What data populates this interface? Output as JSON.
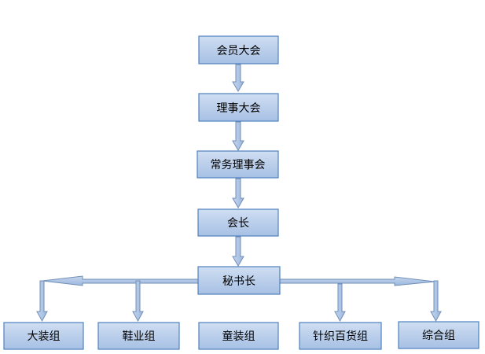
{
  "colors": {
    "box_fill_top": "#c9d9ef",
    "box_fill_bottom": "#a9c2e6",
    "box_border": "#4f81bd",
    "arrow_fill": "#a9c2e6",
    "arrow_border": "#6f8fb8"
  },
  "nodes": {
    "general_assembly": "会员大会",
    "council": "理事大会",
    "standing_council": "常务理事会",
    "president": "会长",
    "secretary_general": "秘书长"
  },
  "groups": [
    "大装组",
    "鞋业组",
    "童装组",
    "针织百货组",
    "综合组"
  ]
}
